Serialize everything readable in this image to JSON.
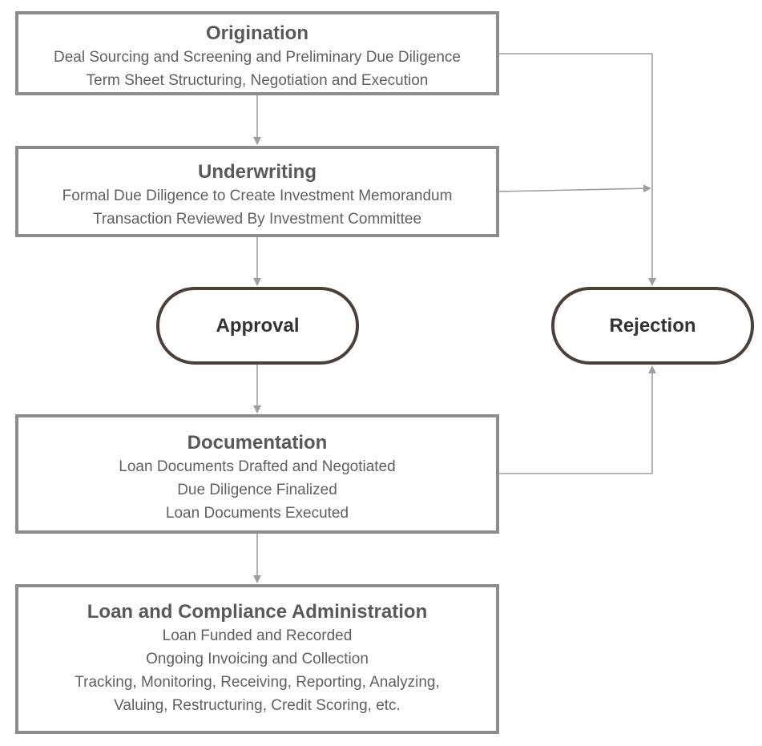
{
  "colors": {
    "box_border": "#8c8c8c",
    "pill_border": "#4b4039",
    "connector": "#9e9e9e",
    "title_text": "#595959",
    "body_text": "#606060"
  },
  "origination": {
    "title": "Origination",
    "lines": [
      "Deal Sourcing and Screening and Preliminary Due Diligence",
      "Term Sheet Structuring, Negotiation and Execution"
    ]
  },
  "underwriting": {
    "title": "Underwriting",
    "lines": [
      "Formal Due Diligence to Create Investment Memorandum",
      "Transaction Reviewed By Investment Committee"
    ]
  },
  "approval": {
    "label": "Approval"
  },
  "rejection": {
    "label": "Rejection"
  },
  "documentation": {
    "title": "Documentation",
    "lines": [
      "Loan Documents Drafted and Negotiated",
      "Due Diligence Finalized",
      "Loan Documents Executed"
    ]
  },
  "loan_admin": {
    "title": "Loan and Compliance Administration",
    "lines": [
      "Loan Funded and Recorded",
      "Ongoing Invoicing and Collection",
      "Tracking, Monitoring, Receiving, Reporting, Analyzing,",
      "Valuing, Restructuring, Credit Scoring, etc."
    ]
  }
}
